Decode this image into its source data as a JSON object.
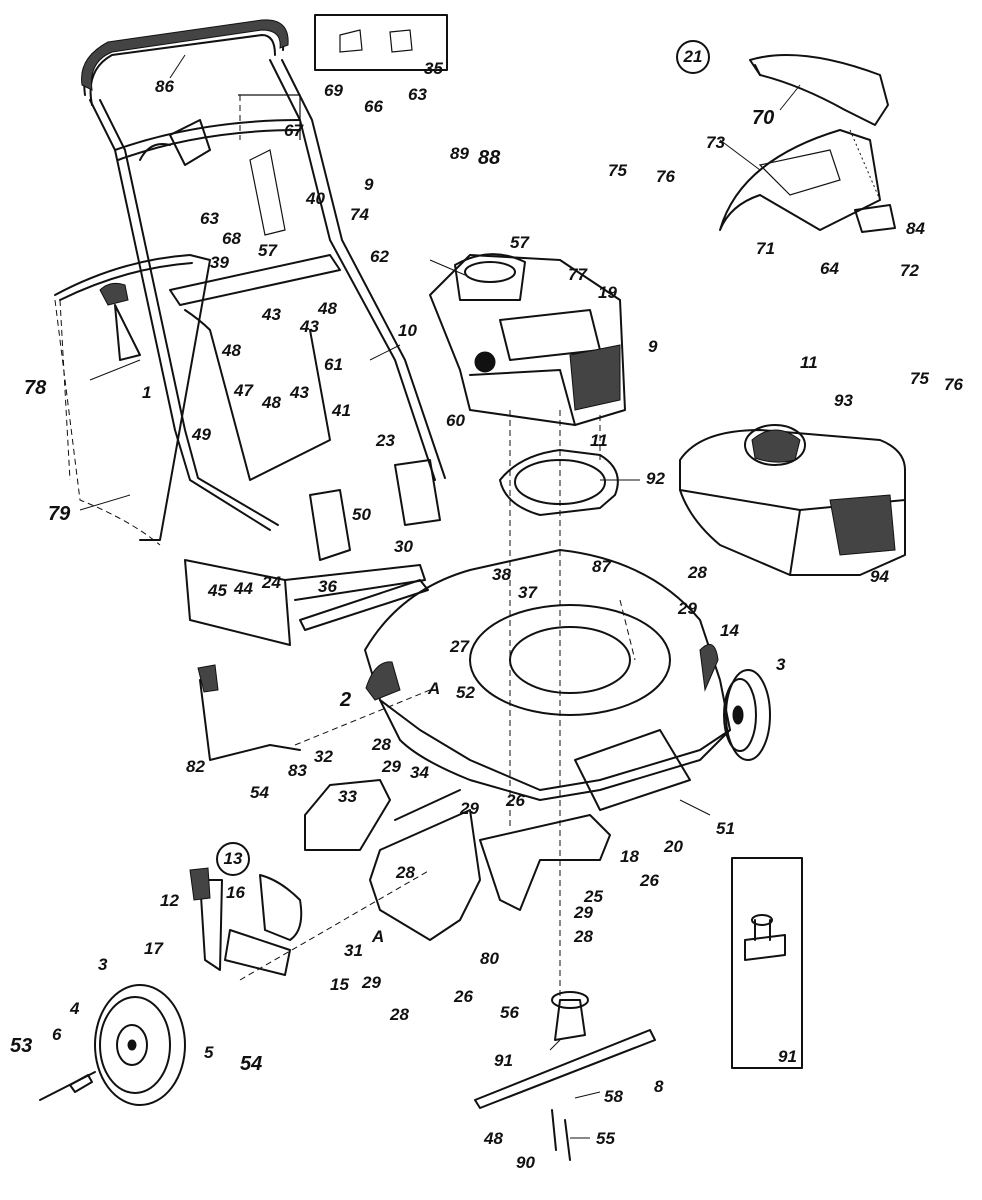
{
  "group_labels": {
    "g21": "21",
    "g13": "13"
  },
  "callouts": {
    "c86": "86",
    "c35": "35",
    "c69": "69",
    "c66": "66",
    "c63a": "63",
    "c67": "67",
    "c40": "40",
    "c9a": "9",
    "c63b": "63",
    "c68": "68",
    "c57a": "57",
    "c74": "74",
    "c62": "62",
    "c39": "39",
    "c43a": "43",
    "c48a": "48",
    "c43b": "43",
    "c48b": "48",
    "c61": "61",
    "c10": "10",
    "c78": "78",
    "c1": "1",
    "c47": "47",
    "c48c": "48",
    "c43c": "43",
    "c41": "41",
    "c49": "49",
    "c23": "23",
    "c60": "60",
    "c79": "79",
    "c50": "50",
    "c30": "30",
    "c45": "45",
    "c44": "44",
    "c24": "24",
    "c36": "36",
    "c89": "89",
    "c88": "88",
    "c57b": "57",
    "c75a": "75",
    "c76a": "76",
    "c77": "77",
    "c19": "19",
    "c9b": "9",
    "c11a": "11",
    "c92": "92",
    "c70": "70",
    "c73": "73",
    "c71": "71",
    "c84": "84",
    "c64": "64",
    "c72": "72",
    "c11b": "11",
    "c75b": "75",
    "c76b": "76",
    "c93": "93",
    "c94": "94",
    "c38": "38",
    "c37": "37",
    "c87": "87",
    "c28a": "28",
    "c29a": "29",
    "c27": "27",
    "c52": "52",
    "c2": "2",
    "cA1": "A",
    "c14": "14",
    "c3a": "3",
    "c82": "82",
    "c83": "83",
    "c28b": "28",
    "c29b": "29",
    "c54a": "54",
    "c32": "32",
    "c34": "34",
    "c33": "33",
    "c29c": "29",
    "c26a": "26",
    "c18": "18",
    "c20": "20",
    "c51": "51",
    "c26b": "26",
    "c25": "25",
    "c28c": "28",
    "c16": "16",
    "c12": "12",
    "c31": "31",
    "cA2": "A",
    "c80": "80",
    "c29d": "29",
    "c28d": "28",
    "c26c": "26",
    "c29e": "29",
    "c28e": "28",
    "c17": "17",
    "c15": "15",
    "c3b": "3",
    "c4": "4",
    "c6": "6",
    "c53": "53",
    "c5": "5",
    "c54b": "54",
    "c56": "56",
    "c91a": "91",
    "c8": "8",
    "c58": "58",
    "c48d": "48",
    "c55": "55",
    "c90": "90",
    "c91b": "91"
  }
}
